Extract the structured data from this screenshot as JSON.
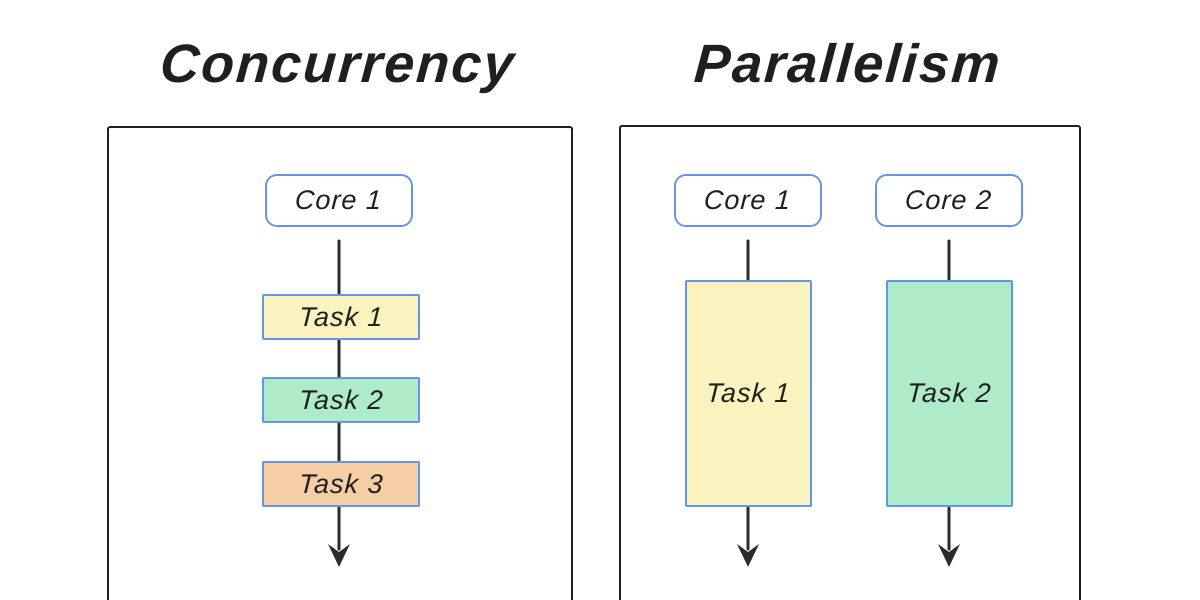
{
  "diagram": {
    "concurrency": {
      "title": "Concurrency",
      "core_label": "Core 1",
      "tasks": [
        {
          "label": "Task 1",
          "fill": "#FAF3BD"
        },
        {
          "label": "Task 2",
          "fill": "#AEEBC9"
        },
        {
          "label": "Task 3",
          "fill": "#F6CEA5"
        }
      ]
    },
    "parallelism": {
      "title": "Parallelism",
      "columns": [
        {
          "core_label": "Core 1",
          "task": {
            "label": "Task 1",
            "fill": "#FAF3BD"
          }
        },
        {
          "core_label": "Core 2",
          "task": {
            "label": "Task 2",
            "fill": "#AEEBC9"
          }
        }
      ]
    }
  },
  "colors": {
    "box_border": "#6496E6",
    "panel_border": "#1F1F1F",
    "line": "#2B2B2B",
    "text": "#1F1F1F",
    "core_fill": "#FFFFFF",
    "background": "#FFFFFF"
  }
}
